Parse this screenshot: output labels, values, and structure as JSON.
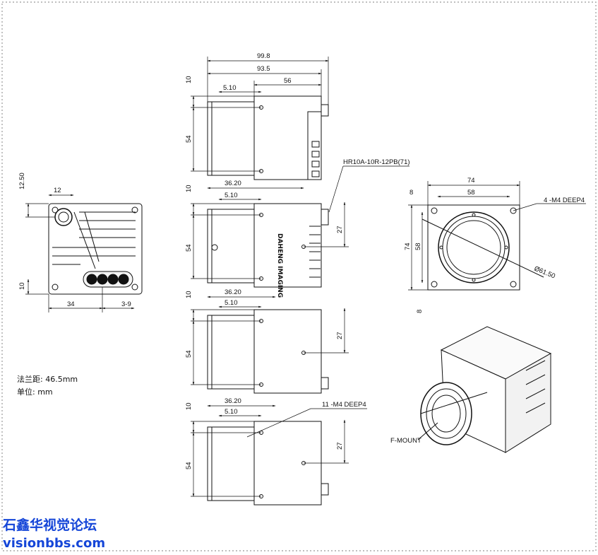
{
  "left_view": {
    "dims": {
      "top_offset": "12.50",
      "connector_x": "12",
      "bottom_offset": "10",
      "io_x": "34",
      "io_pitch": "3-9"
    }
  },
  "top_view": {
    "dims": {
      "overall": "99.8",
      "body_with_mount": "93.5",
      "body": "56",
      "mount": "5.10",
      "height": "54",
      "top": "10"
    },
    "connector_label": "HR10A-10R-12PB(71)"
  },
  "side_view": {
    "dims": {
      "lens_len": "36.20",
      "mount": "5.10",
      "height": "54",
      "top": "10",
      "hole_pitch": "27"
    },
    "brand_text": "DAHENG IMAGING"
  },
  "bottom_view": {
    "dims": {
      "lens_len": "36.20",
      "mount": "5.10",
      "height": "54",
      "top": "10",
      "hole_pitch": "27"
    }
  },
  "rear_view": {
    "dims": {
      "lens_len": "36.20",
      "mount": "5.10",
      "height": "54",
      "top": "10",
      "hole_pitch": "27"
    },
    "hole_callout": "11 -M4 DEEP4"
  },
  "front_view": {
    "dims": {
      "width": "74",
      "hole_pitch": "58",
      "edge": "8",
      "height": "74",
      "v_pitch": "58",
      "bottom_edge": "8"
    },
    "hole_callout": "4 -M4 DEEP4",
    "diameter": "Ø61.50"
  },
  "iso_view": {
    "mount_label": "F-MOUNT"
  },
  "notes": {
    "flange": "法兰距: 46.5mm",
    "unit": "单位: mm"
  },
  "watermark": {
    "line1": "石鑫华视觉论坛",
    "line2": "visionbbs.com"
  }
}
